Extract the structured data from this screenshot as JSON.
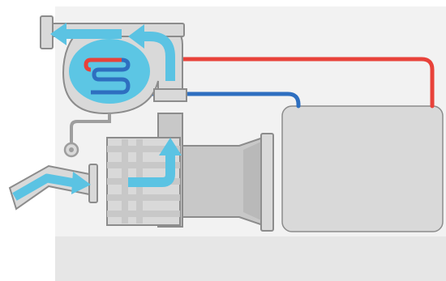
{
  "diagram": {
    "colors": {
      "background": "#ffffff",
      "panel": "#f2f2f2",
      "panel_lower": "#e6e6e6",
      "metal_light": "#d9d9d9",
      "metal_mid": "#c8c8c8",
      "metal_dark": "#9e9e9e",
      "outline": "#8c8c8c",
      "flow": "#5bc3e3",
      "flow_dark": "#3aaed4",
      "chamber_fill": "#5cc6e4",
      "hot_line": "#e8423a",
      "cold_line": "#2e6fc0"
    },
    "components": [
      {
        "id": "inlet-pipe",
        "icon": "angled-pipe"
      },
      {
        "id": "filter-housing",
        "icon": "ribbed-cylinder"
      },
      {
        "id": "pump-cone",
        "icon": "conical-diffuser"
      },
      {
        "id": "condenser-chamber",
        "icon": "round-tank"
      },
      {
        "id": "heat-exchange-coil",
        "icon": "serpentine-coil"
      },
      {
        "id": "storage-tank",
        "icon": "rounded-box"
      },
      {
        "id": "drain-valve",
        "icon": "ring-valve"
      }
    ],
    "flows": [
      {
        "id": "intake-flow",
        "icon": "arrow-right"
      },
      {
        "id": "riser-flow",
        "icon": "arrow-up-curve"
      },
      {
        "id": "return-flow",
        "icon": "arrow-left-curve"
      },
      {
        "id": "exhaust-flow",
        "icon": "arrow-left"
      }
    ],
    "lines": [
      {
        "id": "hot-line",
        "kind": "hot"
      },
      {
        "id": "cold-line",
        "kind": "cold"
      }
    ]
  }
}
